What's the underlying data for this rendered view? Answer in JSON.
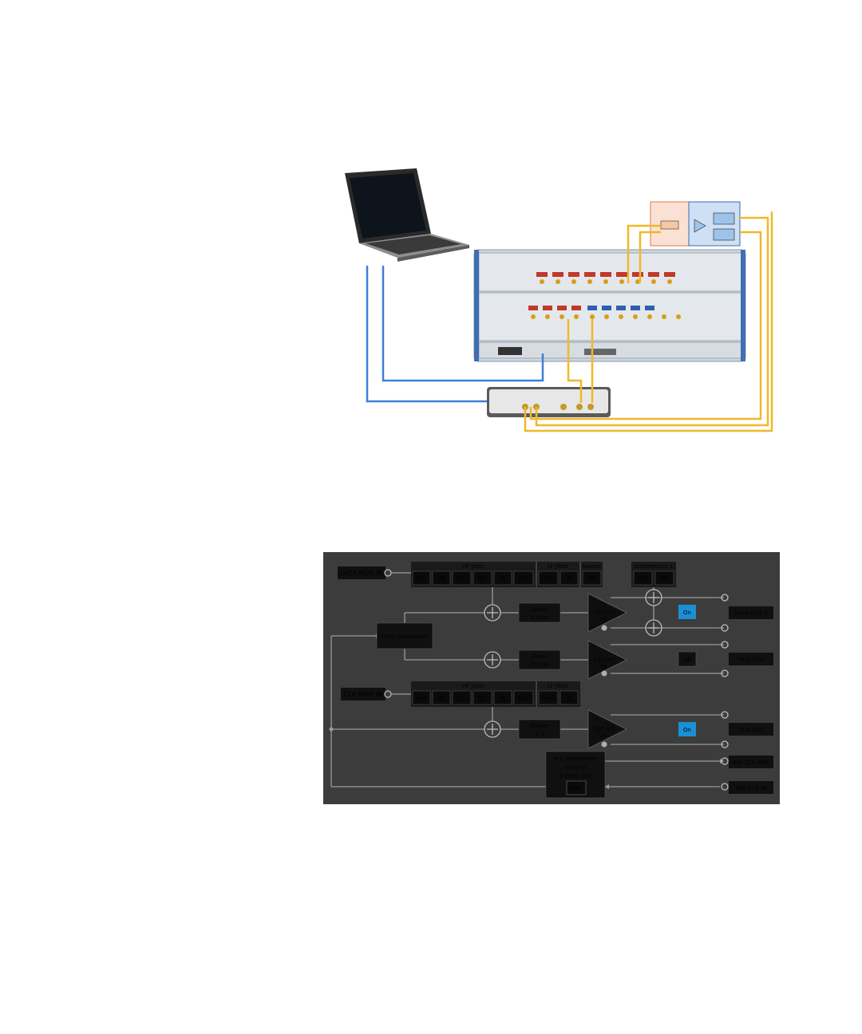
{
  "panel": {
    "inputs": {
      "data_mod_in": "DATA MOD IN",
      "clk_mod_in": "CLK MOD IN"
    },
    "data_jitter": {
      "hf_title": "HF Jitter",
      "lf_title": "LF Jitter",
      "sweep_title": "Sweep",
      "hf_buttons": [
        "Ext",
        "sRJ",
        "PJ1",
        "PJ2",
        "RJ",
        "BUJ"
      ],
      "lf_buttons": [
        "rSSC",
        "PJ"
      ],
      "sweep_button": "Off"
    },
    "interference": {
      "title": "Interference 1",
      "buttons": [
        "CMI",
        "DMI"
      ]
    },
    "clk_jitter": {
      "hf_title": "HF Jitter",
      "lf_title": "LF Jitter",
      "hf_buttons": [
        "Ext",
        "sRJ",
        "PJ1",
        "PJ2",
        "RJ",
        "BUJ"
      ],
      "lf_buttons": [
        "rSSC",
        "PJ"
      ]
    },
    "data_generation": "Data Generation",
    "delay_data": {
      "title": "Delay",
      "value": "0.0 ps"
    },
    "delay_trig": {
      "title": "Delay",
      "value": "0.0 ps"
    },
    "divider": {
      "title": "Divider",
      "value": "÷ 1"
    },
    "amp_data": {
      "value": "700 mV",
      "sub": "-se"
    },
    "amp_trig": {
      "value": "100 mV",
      "sub": "-se"
    },
    "amp_clk": {
      "value": "500 mV",
      "sub": "-se"
    },
    "toggle_data": "On",
    "toggle_trig": "Off",
    "toggle_clk": "On",
    "outputs": {
      "data_out": "DATA OUT 1",
      "trig_out": "TRIG OUT",
      "clk_out": "CLK OUT",
      "ref_clk_out": "REF CLK OUT",
      "ref_clk_in": "REF CLK IN"
    },
    "pll": {
      "title": "PLL Synthesizer",
      "mode": "Internal",
      "freq": "5.0000 GHz",
      "ssc": "SSC"
    }
  },
  "colors": {
    "panel_bg": "#3c3c3c",
    "box_bg": "#101010",
    "line": "#9a9a9a",
    "toggle_on": "#1a8fd6",
    "cable_blue": "#3f7fd6",
    "cable_yellow": "#f0b82a"
  }
}
